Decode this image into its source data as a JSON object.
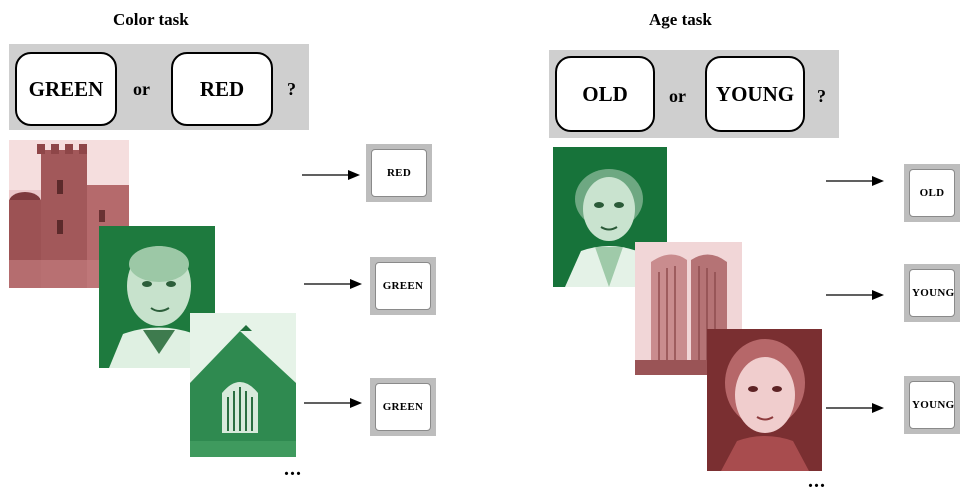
{
  "color_task": {
    "title": "Color task",
    "option_a": "GREEN",
    "connector": "or",
    "option_b": "RED",
    "question_mark": "?",
    "responses": [
      "RED",
      "GREEN",
      "GREEN"
    ],
    "ellipsis": "..."
  },
  "age_task": {
    "title": "Age task",
    "option_a": "OLD",
    "connector": "or",
    "option_b": "YOUNG",
    "question_mark": "?",
    "responses": [
      "OLD",
      "YOUNG",
      "YOUNG"
    ],
    "ellipsis": "..."
  },
  "colors": {
    "red_tint": "#b7686a",
    "green_tint": "#1d8a4a",
    "panel_gray": "#cfcfcf"
  }
}
